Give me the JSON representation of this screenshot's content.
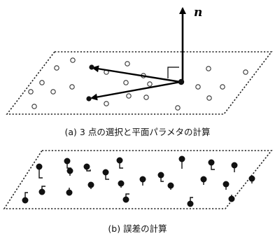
{
  "normal_label": "n",
  "caption_a": "(a) 3 点の選択と平面パラメタの計算",
  "caption_b": "(b) 誤差の計算",
  "colors": {
    "ink": "#000000",
    "point": "#111111",
    "border": "#222222"
  },
  "icons": {
    "normal_vector": "arrow-up-icon",
    "right_angle": "right-angle-marker"
  }
}
